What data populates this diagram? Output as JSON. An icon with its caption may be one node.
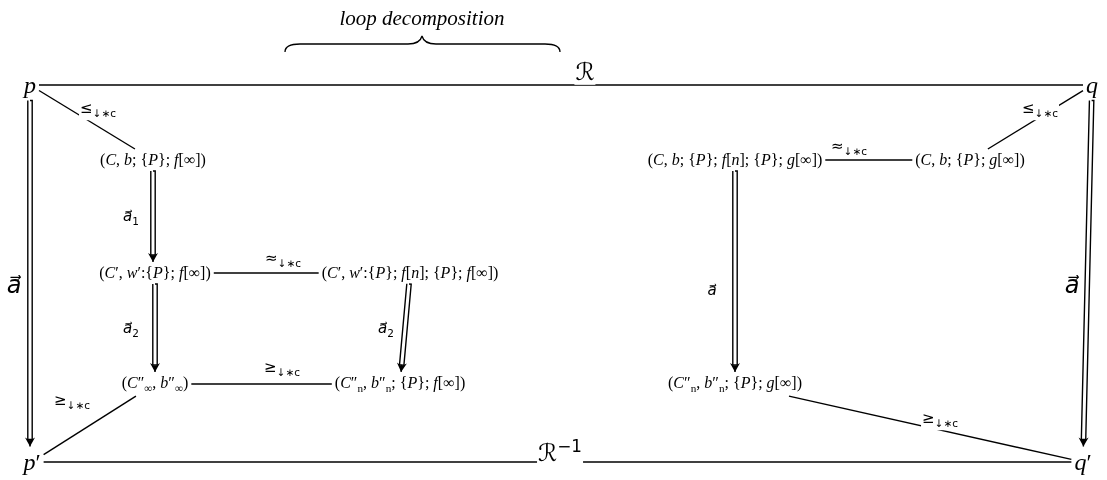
{
  "diagram": {
    "nodes": [
      {
        "text": [
          "*p*"
        ]
      },
      {
        "text": [
          "*q*"
        ]
      },
      {
        "text": [
          "*p*′"
        ]
      },
      {
        "text": [
          "*q*′"
        ]
      },
      {
        "text": [
          "(*C*, *b*; {*P*}; *f*[∞])"
        ]
      },
      {
        "text": [
          "(*C*′, *w*′:{*P*}; *f*[∞])"
        ]
      },
      {
        "text": [
          "(*C*′, *w*′:{*P*}; *f*[*n*]; {*P*}; *f*[∞])"
        ]
      },
      {
        "text": [
          "(*C*″$_{∞}$, *b*″$_{∞}$)"
        ]
      },
      {
        "text": [
          "(*C*″$_{n}$, *b*″$_{n}$; {*P*}; *f*[∞])"
        ]
      },
      {
        "text": [
          "(*C*, *b*; {*P*}; *f*[*n*]; {*P*}; *g*[∞])"
        ]
      },
      {
        "text": [
          "(*C*, *b*; {*P*}; *g*[∞])"
        ]
      },
      {
        "text": [
          "(*C*″$_{n}$, *b*″$_{n}$; {*P*}; *g*[∞])"
        ]
      }
    ],
    "edges": [
      {
        "from": 0,
        "to": 1,
        "arrow": "none",
        "label": "ℛ"
      },
      {
        "from": 2,
        "to": 3,
        "arrow": "none",
        "label": "ℛ$^{−1}$"
      },
      {
        "from": 0,
        "to": 2,
        "arrow": "to",
        "label": "*a⃗*"
      },
      {
        "from": 1,
        "to": 3,
        "arrow": "to",
        "label": "*a⃗*"
      },
      {
        "from": 0,
        "to": 4,
        "arrow": "none",
        "label": "≤$_{↓∗c}$"
      },
      {
        "from": 1,
        "to": 10,
        "arrow": "none",
        "label": "≤$_{↓∗c}$"
      },
      {
        "from": 4,
        "to": 5,
        "arrow": "to",
        "label": "*a⃗*$_{1}$"
      },
      {
        "from": 5,
        "to": 6,
        "arrow": "none",
        "label": "≈$_{↓∗c}$"
      },
      {
        "from": 5,
        "to": 7,
        "arrow": "to",
        "label": "*a⃗*$_{2}$"
      },
      {
        "from": 6,
        "to": 8,
        "arrow": "to",
        "label": "*a⃗*$_{2}$"
      },
      {
        "from": 7,
        "to": 8,
        "arrow": "none",
        "label": "≥$_{↓∗c}$"
      },
      {
        "from": 2,
        "to": 7,
        "arrow": "none",
        "label": "≥$_{↓∗c}$"
      },
      {
        "from": 9,
        "to": 10,
        "arrow": "none",
        "label": "≈$_{↓∗c}$"
      },
      {
        "from": 9,
        "to": 11,
        "arrow": "to",
        "label": "*a⃗*"
      },
      {
        "from": 11,
        "to": 3,
        "arrow": "none",
        "label": "≥$_{↓∗c}$"
      }
    ],
    "labels": [
      "loop decomposition"
    ]
  }
}
